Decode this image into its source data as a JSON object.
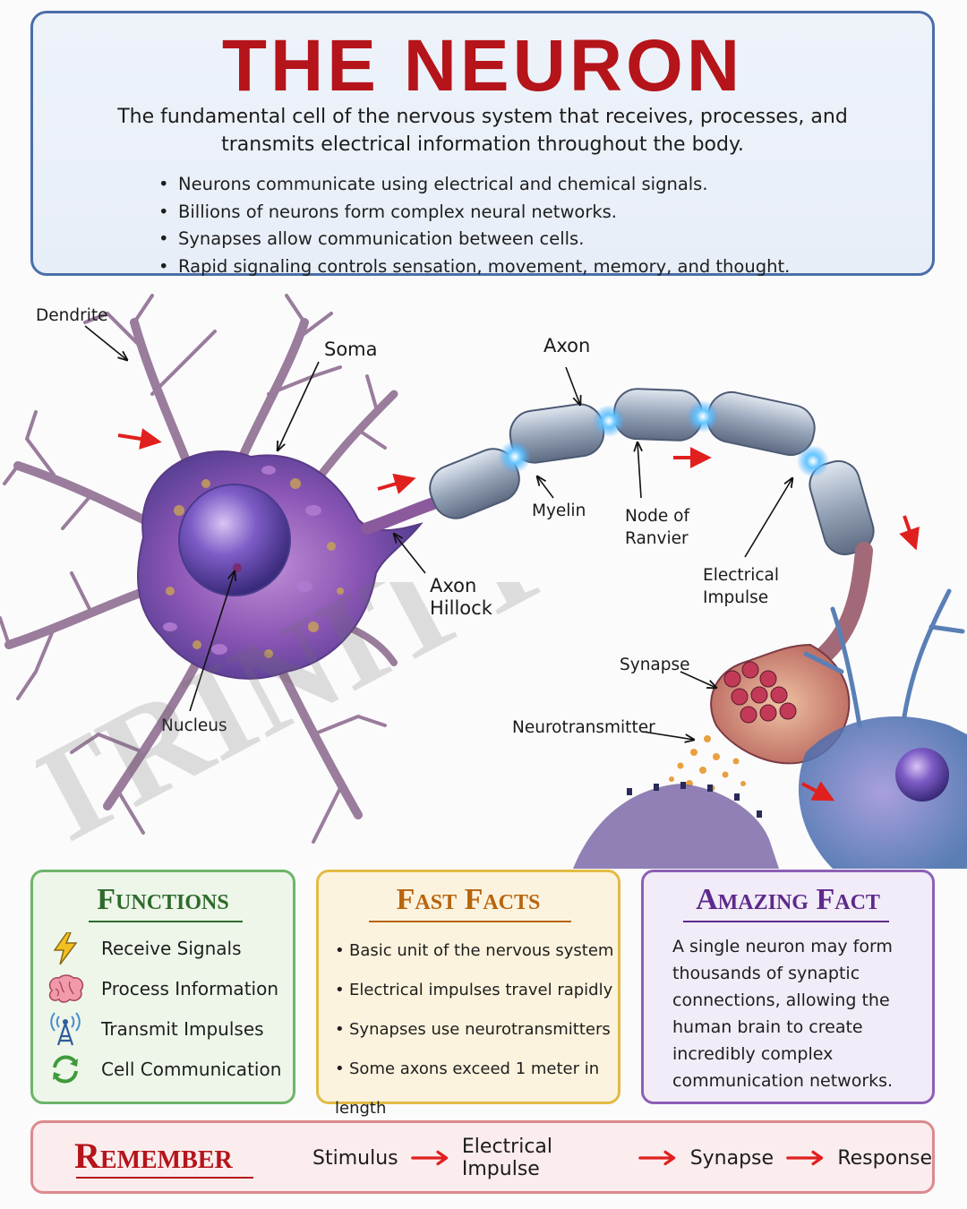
{
  "header": {
    "title": "THE NEURON",
    "subtitle": "The fundamental cell of the nervous system that receives, processes, and transmits electrical information throughout the body.",
    "bullets": [
      "Neurons communicate using electrical and chemical signals.",
      "Billions of neurons form complex neural networks.",
      "Synapses allow communication between cells.",
      "Rapid signaling controls sensation, movement, memory, and thought."
    ]
  },
  "diagram": {
    "labels": {
      "dendrite": "Dendrite",
      "soma": "Soma",
      "axon": "Axon",
      "myelin": "Myelin",
      "node_of_ranvier_1": "Node of",
      "node_of_ranvier_2": "Ranvier",
      "electrical_impulse_1": "Electrical",
      "electrical_impulse_2": "Impulse",
      "axon_hillock_1": "Axon",
      "axon_hillock_2": "Hillock",
      "nucleus": "Nucleus",
      "synapse": "Synapse",
      "neurotransmitter": "Neurotransmitter"
    },
    "watermark": "TRINITY OF SCIENCE"
  },
  "functions": {
    "title": "Functions",
    "items": [
      {
        "icon": "lightning-icon",
        "label": "Receive Signals"
      },
      {
        "icon": "brain-icon",
        "label": "Process Information"
      },
      {
        "icon": "antenna-icon",
        "label": "Transmit Impulses"
      },
      {
        "icon": "recycle-arrows-icon",
        "label": "Cell Communication"
      }
    ]
  },
  "fast_facts": {
    "title": "Fast Facts",
    "items": [
      "Basic unit of the nervous system",
      "Electrical impulses travel rapidly",
      "Synapses use neurotransmitters",
      "Some axons exceed 1 meter in length"
    ]
  },
  "amazing_fact": {
    "title": "Amazing Fact",
    "text_lines": [
      "A single neuron may form",
      "thousands of synaptic",
      "connections, allowing the",
      "human brain to create",
      "incredibly complex",
      "communication networks."
    ]
  },
  "remember": {
    "title": "Remember",
    "steps": [
      "Stimulus",
      "Electrical Impulse",
      "Synapse",
      "Response"
    ]
  },
  "colors": {
    "title_red": "#b4141a",
    "header_border": "#4a6ea9",
    "functions_green": "#2f6b2c",
    "facts_orange": "#b8640f",
    "amazing_purple": "#5e2a8c",
    "impulse_blue": "#3aa8ff"
  }
}
